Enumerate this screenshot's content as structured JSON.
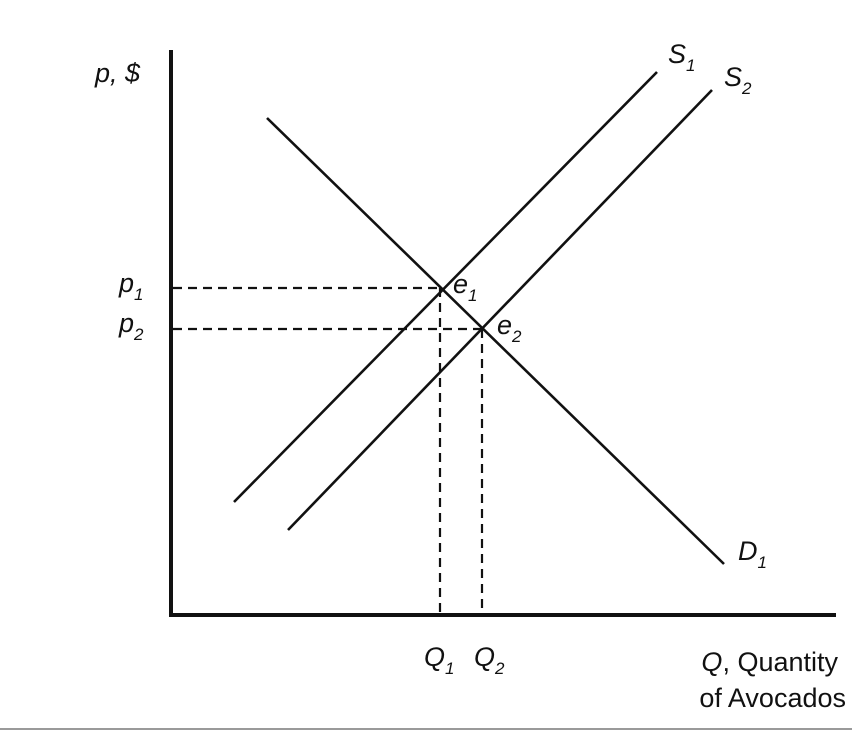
{
  "axes": {
    "y_label": "p, $",
    "x_label_line1": "Q, Quantity",
    "x_label_line2": "of Avocados"
  },
  "curves": {
    "supply1": {
      "name": "S",
      "sub": "1"
    },
    "supply2": {
      "name": "S",
      "sub": "2"
    },
    "demand1": {
      "name": "D",
      "sub": "1"
    }
  },
  "equilibria": {
    "e1": {
      "name": "e",
      "sub": "1"
    },
    "e2": {
      "name": "e",
      "sub": "2"
    }
  },
  "prices": {
    "p1": {
      "name": "p",
      "sub": "1"
    },
    "p2": {
      "name": "p",
      "sub": "2"
    }
  },
  "quantities": {
    "q1": {
      "name": "Q",
      "sub": "1"
    },
    "q2": {
      "name": "Q",
      "sub": "2"
    }
  }
}
